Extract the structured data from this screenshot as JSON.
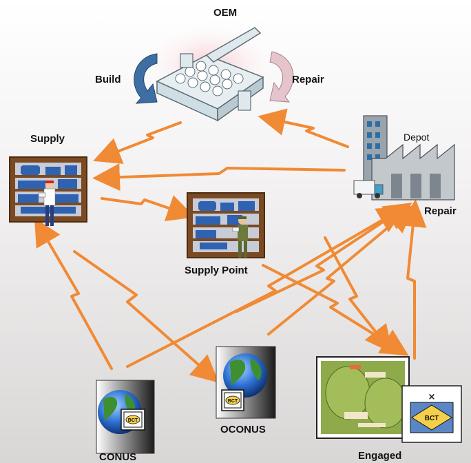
{
  "labels": {
    "oem": "OEM",
    "build": "Build",
    "repair_top": "Repair",
    "supply": "Supply",
    "depot": "Depot",
    "repair_right": "Repair",
    "supply_point": "Supply Point",
    "conus": "CONUS",
    "oconus": "OCONUS",
    "engaged": "Engaged"
  },
  "icons": {
    "badge_text": "BCT",
    "engaged_close": "×"
  },
  "colors": {
    "arrow": "#f08a34",
    "build_arrow": "#3f6ea3",
    "repair_arrow": "#e6c4cc",
    "shelf_wood": "#7b4a22",
    "shelf_item": "#2f62b0",
    "panel_green": "#7aa33a"
  }
}
